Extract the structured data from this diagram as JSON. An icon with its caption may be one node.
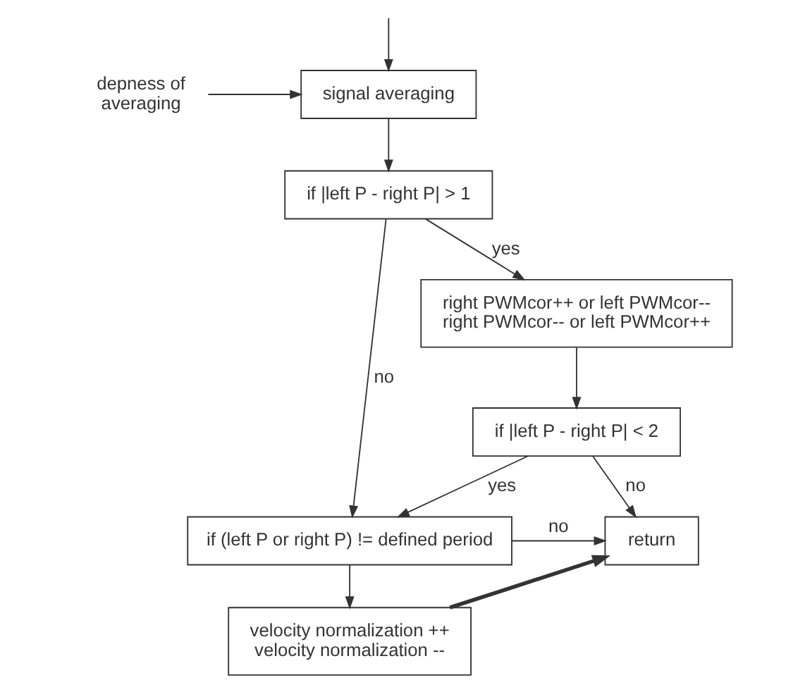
{
  "diagram": {
    "nodes": [
      {
        "text": [
          "depness of averaging"
        ]
      },
      {
        "text": [
          "signal averaging"
        ]
      },
      {
        "text": [
          "if |left P - right P| > 1"
        ]
      },
      {
        "text": [
          "right PWMcor++ or left PWMcor-- right PWMcor-- or left PWMcor++"
        ]
      },
      {
        "text": [
          "if |left P - right P| < 2"
        ]
      },
      {
        "text": [
          "return"
        ]
      },
      {
        "text": [
          "if (left P or right P) != defined period"
        ]
      },
      {
        "text": [
          "velocity normalization ++ velocity normalization --"
        ]
      }
    ],
    "edges": [
      {
        "from": null,
        "to": 1,
        "arrow": "to"
      },
      {
        "from": 0,
        "to": 1,
        "arrow": "to"
      },
      {
        "from": 1,
        "to": 2,
        "arrow": "to"
      },
      {
        "from": 2,
        "to": 3,
        "arrow": "to",
        "label": "yes"
      },
      {
        "from": 2,
        "to": 6,
        "arrow": "to",
        "label": "no"
      },
      {
        "from": 3,
        "to": 4,
        "arrow": "to"
      },
      {
        "from": 4,
        "to": 5,
        "arrow": "to",
        "label": "no"
      },
      {
        "from": 4,
        "to": 6,
        "arrow": "to",
        "label": "yes"
      },
      {
        "from": 6,
        "to": 5,
        "arrow": "to",
        "label": "no"
      },
      {
        "from": 6,
        "to": 7,
        "arrow": "to"
      },
      {
        "from": 7,
        "to": 5,
        "arrow": "to",
        "style": "thick"
      }
    ]
  }
}
